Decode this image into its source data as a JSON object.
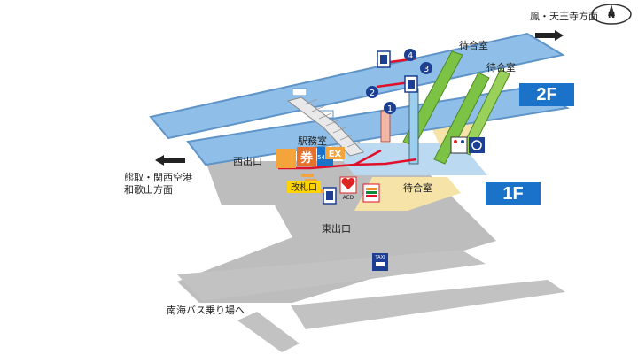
{
  "compass": {
    "letter": "N"
  },
  "directions": {
    "north": "鳳・天王寺方面",
    "southwest_line1": "熊取・関西空港",
    "southwest_line2": "和歌山方面"
  },
  "floors": {
    "upper": "2F",
    "lower": "1F"
  },
  "labels": {
    "west_exit": "西出口",
    "east_exit": "東出口",
    "station_office": "駅務室",
    "ticket_gate": "改札口",
    "waiting_room_1f": "待合室",
    "waiting_room_2f_a": "待合室",
    "waiting_room_2f_b": "待合室",
    "bus_stop": "南海バス乗り場へ",
    "aed": "AED",
    "taxi": "TAXI",
    "ticket_kanji": "券",
    "ticket_machine_code": "5489",
    "ex_mark": "EX"
  },
  "platforms": [
    "1",
    "2",
    "3",
    "4"
  ],
  "colors": {
    "platform": "#8fbfe8",
    "platform_edge": "#5e94c8",
    "concourse": "#bdbdbd",
    "floor_tag": "#1a73c8",
    "route": "#e0102a",
    "waiting_room": "#f6e3a8",
    "number_badge": "#1c3f94",
    "escalator_green": "#7cc244"
  }
}
